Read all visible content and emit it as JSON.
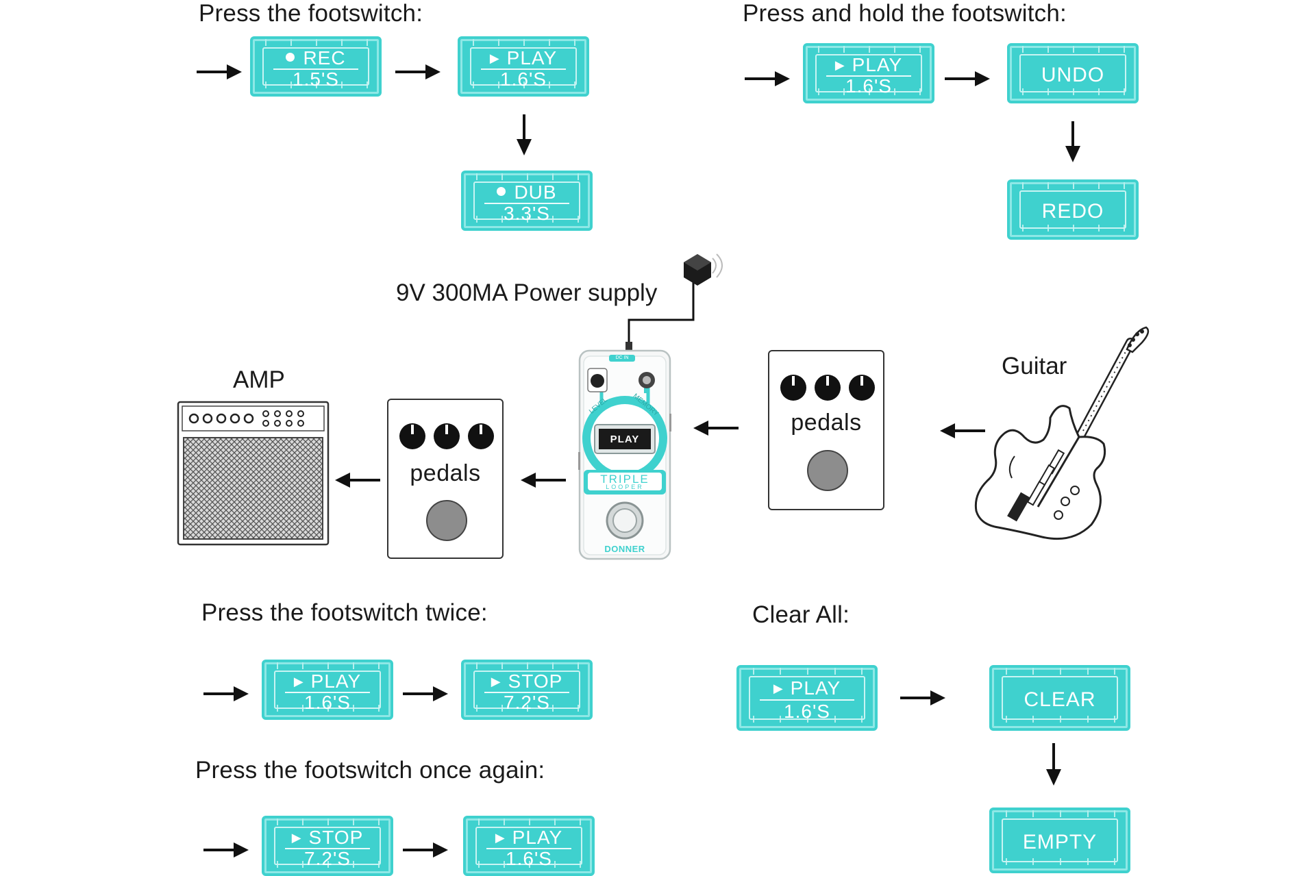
{
  "sections": {
    "press": "Press the footswitch:",
    "hold": "Press and hold the footswitch:",
    "twice": "Press the footswitch twice:",
    "once_again": "Press the footswitch once again:",
    "clear_all": "Clear All:"
  },
  "setup": {
    "power": "9V 300MA Power supply",
    "amp": "AMP",
    "guitar": "Guitar",
    "pedals_left": "pedals",
    "pedals_right": "pedals"
  },
  "looper": {
    "brand": "DONNER",
    "name": "TRIPLE",
    "sub": "LOOPER",
    "screen": "PLAY",
    "level": "LEVEL",
    "memory": "MEMORY",
    "dc_in": "DC IN"
  },
  "displays": {
    "rec": {
      "mode": "REC",
      "time": "1.5'S"
    },
    "play1": {
      "mode": "PLAY",
      "time": "1.6'S"
    },
    "dub": {
      "mode": "DUB",
      "time": "3.3'S"
    },
    "play_hold": {
      "mode": "PLAY",
      "time": "1.6'S"
    },
    "undo": {
      "text": "UNDO"
    },
    "redo": {
      "text": "REDO"
    },
    "play_twice": {
      "mode": "PLAY",
      "time": "1.6'S"
    },
    "stop_twice": {
      "mode": "STOP",
      "time": "7.2'S"
    },
    "stop_again": {
      "mode": "STOP",
      "time": "7.2'S"
    },
    "play_again": {
      "mode": "PLAY",
      "time": "1.6'S"
    },
    "play_clear": {
      "mode": "PLAY",
      "time": "1.6'S"
    },
    "clear": {
      "text": "CLEAR"
    },
    "empty": {
      "text": "EMPTY"
    }
  },
  "colors": {
    "display": "#3fd1ce",
    "looper_accent": "#3fd1ce",
    "text": "#1a1a1a"
  }
}
